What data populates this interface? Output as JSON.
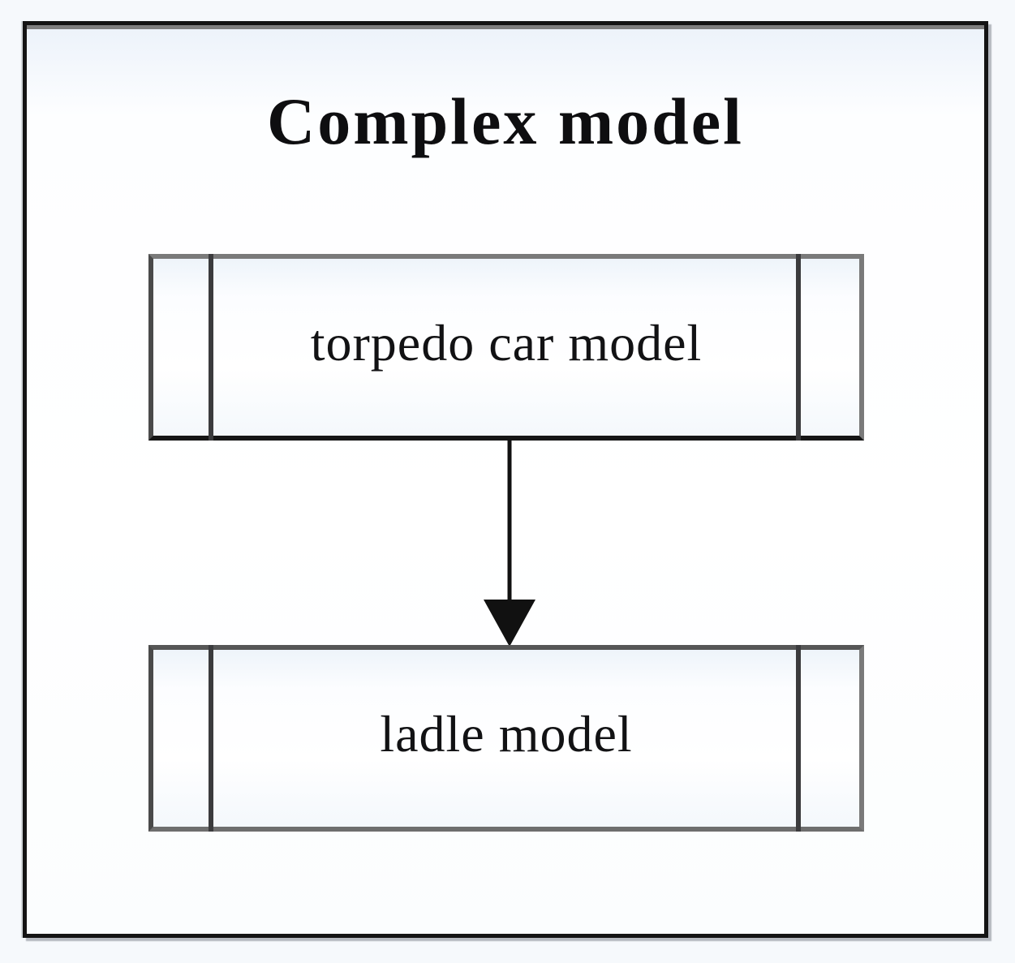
{
  "title": "Complex model",
  "diagram": {
    "nodes": [
      {
        "id": "torpedo-car-model",
        "label": "torpedo car model",
        "shape": "predefined-process"
      },
      {
        "id": "ladle-model",
        "label": "ladle model",
        "shape": "predefined-process"
      }
    ],
    "edges": [
      {
        "from": "torpedo-car-model",
        "to": "ladle-model",
        "type": "arrow-down"
      }
    ],
    "colors": {
      "frame_border": "#141414",
      "box_border_gray": "#7a7a7a",
      "box_bar_dark": "#3b3b3d",
      "arrow": "#111111",
      "background_tint": "#eef4fa",
      "text": "#121214"
    }
  }
}
